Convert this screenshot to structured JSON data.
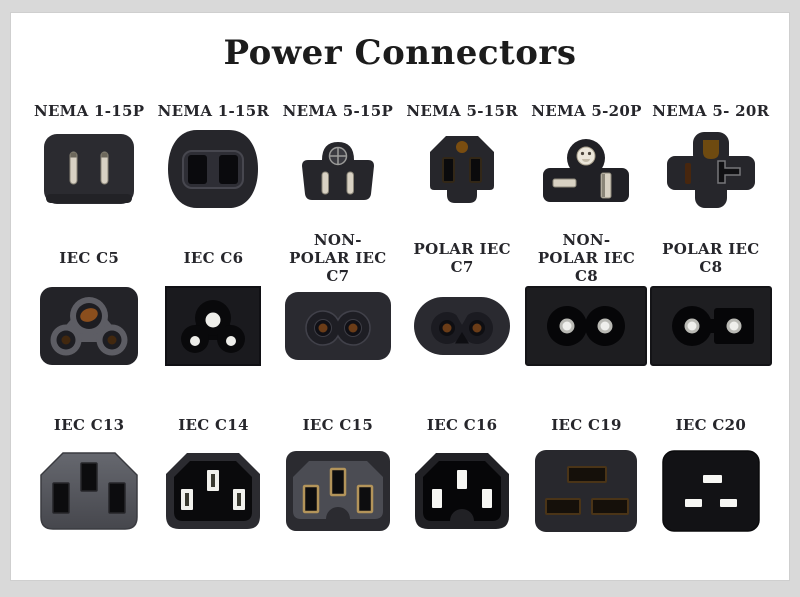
{
  "title": "Power Connectors",
  "palette": {
    "page_border": "#d9d9d9",
    "panel_bg": "#ffffff",
    "title_text": "#1c1c1c",
    "label_text": "#26262b",
    "connector_body_dark": "#26262b",
    "connector_recess_black": "#0a0a0c",
    "blade_cream": "#d8d1c3",
    "pin_white": "#f1f1ed",
    "ground_brown": "#6e4a10",
    "hole_brown": "#6b3c17",
    "c13_body_gray": "#66686f",
    "c15_slot_border_tan": "#b3945a"
  },
  "rows": [
    {
      "items": [
        {
          "id": "nema-1-15p",
          "label": "NEMA 1-15P"
        },
        {
          "id": "nema-1-15r",
          "label": "NEMA 1-15R"
        },
        {
          "id": "nema-5-15p",
          "label": "NEMA 5-15P"
        },
        {
          "id": "nema-5-15r",
          "label": "NEMA 5-15R"
        },
        {
          "id": "nema-5-20p",
          "label": "NEMA 5-20P"
        },
        {
          "id": "nema-5-20r",
          "label": "NEMA 5- 20R"
        }
      ]
    },
    {
      "items": [
        {
          "id": "iec-c5",
          "label": "IEC C5"
        },
        {
          "id": "iec-c6",
          "label": "IEC C6"
        },
        {
          "id": "non-polar-iec-c7",
          "label": "NON-POLAR IEC C7"
        },
        {
          "id": "polar-iec-c7",
          "label": "POLAR IEC C7"
        },
        {
          "id": "non-polar-iec-c8",
          "label": "NON-POLAR IEC C8"
        },
        {
          "id": "polar-iec-c8",
          "label": "POLAR IEC C8"
        }
      ]
    },
    {
      "items": [
        {
          "id": "iec-c13",
          "label": "IEC C13"
        },
        {
          "id": "iec-c14",
          "label": "IEC C14"
        },
        {
          "id": "iec-c15",
          "label": "IEC C15"
        },
        {
          "id": "iec-c16",
          "label": "IEC C16"
        },
        {
          "id": "iec-c19",
          "label": "IEC C19"
        },
        {
          "id": "iec-c20",
          "label": "IEC C20"
        }
      ]
    }
  ]
}
